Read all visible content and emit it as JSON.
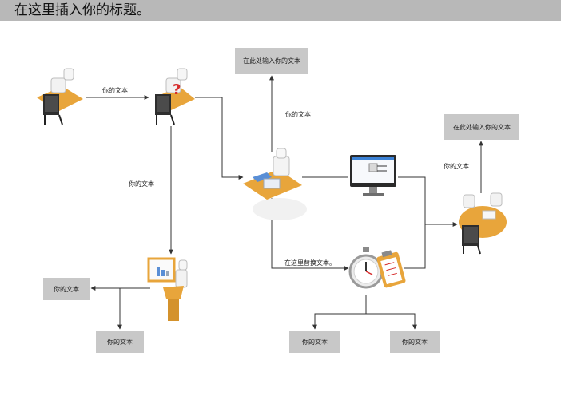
{
  "page": {
    "title": "在这里插入你的标题。"
  },
  "diagram": {
    "boxes": {
      "top_center": "在此处输入你的文本",
      "top_right": "在此处输入你的文本",
      "left_side": "你的文本",
      "left_bottom": "你的文本",
      "bottom_center_left": "你的文本",
      "bottom_center_right": "你的文本"
    },
    "labels": {
      "arrow_top_left": "你的文本",
      "arrow_up_center": "你的文本",
      "arrow_down_left": "你的文本",
      "arrow_up_right": "你的文本",
      "arrow_bottom_branch": "在这里替换文本。"
    }
  },
  "colors": {
    "accent_orange": "#e8a53b",
    "box_gray": "#c8c8c8",
    "title_bar": "#b8b8b8",
    "line": "#333333"
  }
}
